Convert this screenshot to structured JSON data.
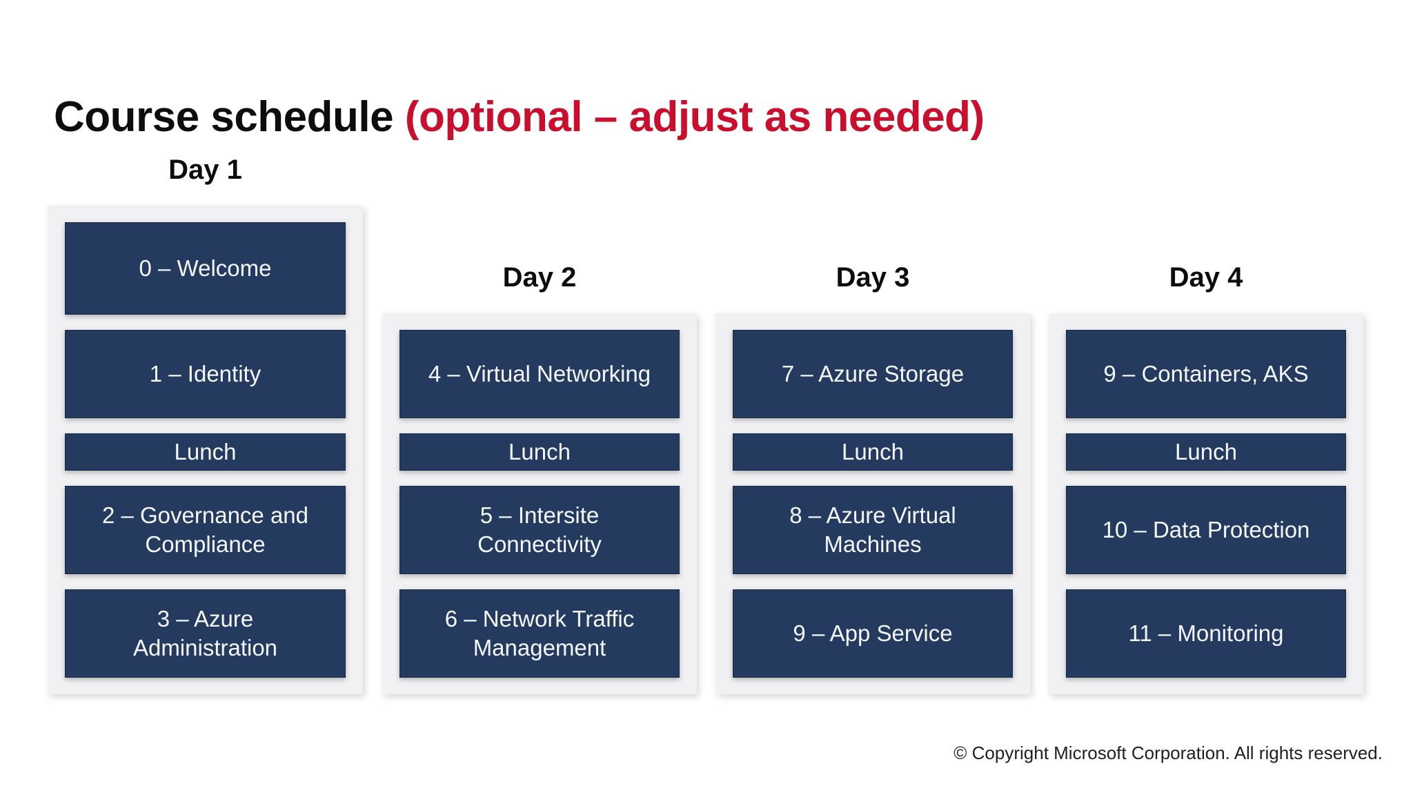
{
  "title": {
    "main": "Course schedule",
    "accent": "(optional – adjust as needed)"
  },
  "days": [
    {
      "label": "Day 1",
      "sessions": [
        "0 – Welcome",
        "1 – Identity",
        "Lunch",
        "2 – Governance and\nCompliance",
        "3 – Azure\nAdministration"
      ]
    },
    {
      "label": "Day 2",
      "sessions": [
        "4 – Virtual Networking",
        "Lunch",
        "5 – Intersite\nConnectivity",
        "6 – Network Traffic\nManagement"
      ]
    },
    {
      "label": "Day 3",
      "sessions": [
        "7 – Azure Storage",
        "Lunch",
        "8 – Azure Virtual\nMachines",
        "9 – App Service"
      ]
    },
    {
      "label": "Day 4",
      "sessions": [
        "9 – Containers, AKS",
        "Lunch",
        "10 – Data Protection",
        "11 – Monitoring"
      ]
    }
  ],
  "footer": {
    "copyright": "© Copyright Microsoft Corporation. All rights reserved."
  },
  "colors": {
    "navy": "#243a5e",
    "panel": "#f1f1f3",
    "red": "#c8102e",
    "title": "#0d0d0d",
    "session-text": "#f4f7fb"
  }
}
